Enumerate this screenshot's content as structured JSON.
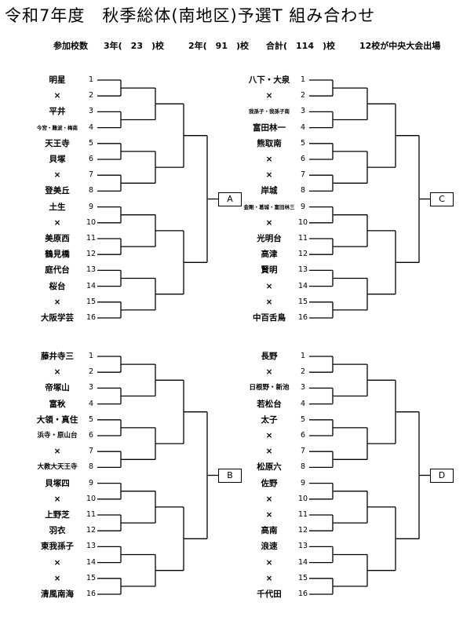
{
  "title": "令和7年度　秋季総体(南地区)予選T 組み合わせ",
  "summary": {
    "participants_label": "参加校数",
    "grade3": "3年(　23　)校",
    "grade2": "2年(　91　)校",
    "total": "合計(　114　)校",
    "qualify": "12校が中央大会出場"
  },
  "brackets": [
    {
      "block": "A",
      "teams": [
        "明星",
        "×",
        "平井",
        "今宮・難波・梅南",
        "天王寺",
        "貝塚",
        "×",
        "登美丘",
        "土生",
        "×",
        "美原西",
        "鶴見橋",
        "庭代台",
        "桜台",
        "×",
        "大阪学芸"
      ],
      "seeds": [
        "1",
        "2",
        "3",
        "4",
        "5",
        "6",
        "7",
        "8",
        "9",
        "10",
        "11",
        "12",
        "13",
        "14",
        "15",
        "16"
      ]
    },
    {
      "block": "C",
      "teams": [
        "八下・大泉",
        "×",
        "我孫子・我孫子南",
        "富田林一",
        "熊取南",
        "×",
        "×",
        "岸城",
        "金剛・葛城・富田林三",
        "×",
        "光明台",
        "高津",
        "賢明",
        "×",
        "×",
        "中百舌鳥"
      ],
      "seeds": [
        "1",
        "2",
        "3",
        "4",
        "5",
        "6",
        "7",
        "8",
        "9",
        "10",
        "11",
        "12",
        "13",
        "14",
        "15",
        "16"
      ]
    },
    {
      "block": "B",
      "teams": [
        "藤井寺三",
        "×",
        "帝塚山",
        "富秋",
        "大領・真住",
        "浜寺・原山台",
        "×",
        "大教大天王寺",
        "貝塚四",
        "×",
        "上野芝",
        "羽衣",
        "東我孫子",
        "×",
        "×",
        "清風南海"
      ],
      "seeds": [
        "1",
        "2",
        "3",
        "4",
        "5",
        "6",
        "7",
        "8",
        "9",
        "10",
        "11",
        "12",
        "13",
        "14",
        "15",
        "16"
      ]
    },
    {
      "block": "D",
      "teams": [
        "長野",
        "×",
        "日根野・新池",
        "若松台",
        "太子",
        "×",
        "×",
        "松原六",
        "佐野",
        "×",
        "×",
        "高南",
        "浪速",
        "×",
        "×",
        "千代田"
      ],
      "seeds": [
        "1",
        "2",
        "3",
        "4",
        "5",
        "6",
        "7",
        "8",
        "9",
        "10",
        "11",
        "12",
        "13",
        "14",
        "15",
        "16"
      ]
    }
  ]
}
